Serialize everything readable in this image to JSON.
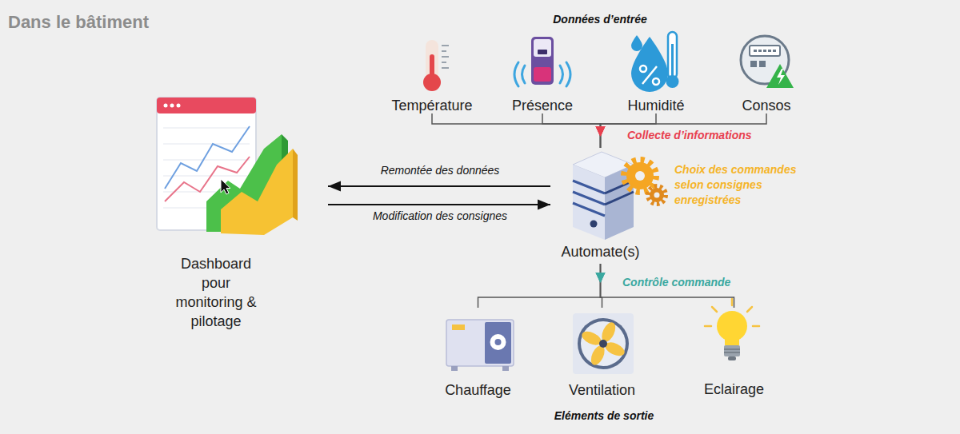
{
  "diagram": {
    "title": "Dans le bâtiment",
    "nodes": [
      {
        "text": [
          "Température"
        ]
      },
      {
        "text": [
          "Présence"
        ]
      },
      {
        "text": [
          "Humidité"
        ]
      },
      {
        "text": [
          "Consos"
        ]
      },
      {
        "text": [
          "Dashboard pour monitoring & pilotage"
        ]
      },
      {
        "text": [
          "Automate(s)"
        ]
      },
      {
        "text": [
          "Chauffage"
        ]
      },
      {
        "text": [
          "Ventilation"
        ]
      },
      {
        "text": [
          "Eclairage"
        ]
      }
    ],
    "edges": [
      {
        "from": 0,
        "to": 5,
        "arrow": "to"
      },
      {
        "from": 1,
        "to": 5,
        "arrow": "to"
      },
      {
        "from": 2,
        "to": 5,
        "arrow": "to"
      },
      {
        "from": 3,
        "to": 5,
        "arrow": "to"
      },
      {
        "from": 5,
        "to": 4,
        "label": "Remontée des données",
        "arrow": "to"
      },
      {
        "from": 4,
        "to": 5,
        "label": "Modification des consignes",
        "arrow": "to"
      },
      {
        "from": 5,
        "to": 6,
        "arrow": "to"
      },
      {
        "from": 5,
        "to": 7,
        "arrow": "to"
      },
      {
        "from": 5,
        "to": 8,
        "arrow": "to"
      }
    ],
    "labels": [
      "Données d’entrée",
      "Collecte d’informations",
      "Choix des commandes selon consignes enregistrées",
      "Contrôle commande",
      "Eléments de sortie"
    ]
  }
}
